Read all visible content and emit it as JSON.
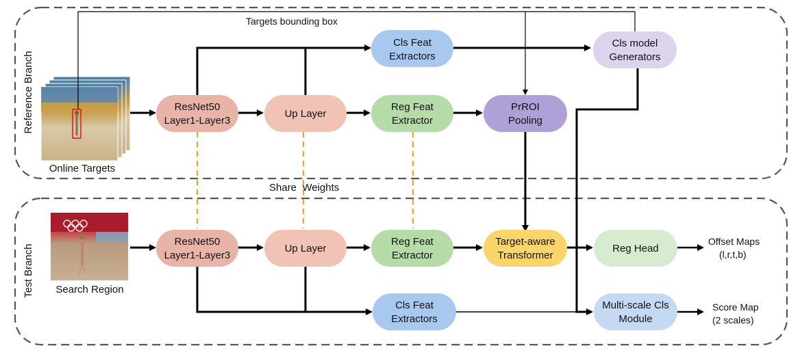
{
  "diagram": {
    "branches": {
      "reference": "Reference Branch",
      "test": "Test Branch"
    },
    "share_label": "Share  Weights",
    "targets_bbox_label": "Targets bounding box",
    "images": {
      "online_targets": "Online Targets",
      "search_region": "Search Region"
    },
    "nodes": {
      "ref_resnet": [
        "ResNet50",
        "Layer1-Layer3"
      ],
      "ref_up": [
        "Up Layer"
      ],
      "ref_clsfeat": [
        "Cls Feat",
        "Extractors"
      ],
      "ref_regfeat": [
        "Reg Feat",
        "Extractor"
      ],
      "prroi": [
        "PrROI",
        "Pooling"
      ],
      "cls_model": [
        "Cls model",
        "Generators"
      ],
      "test_resnet": [
        "ResNet50",
        "Layer1-Layer3"
      ],
      "test_up": [
        "Up Layer"
      ],
      "test_regfeat": [
        "Reg Feat",
        "Extractor"
      ],
      "target_aware": [
        "Target-aware",
        "Transformer"
      ],
      "reg_head": [
        "Reg Head"
      ],
      "test_clsfeat": [
        "Cls Feat",
        "Extractors"
      ],
      "multiscale": [
        "Multi-scale Cls",
        "Module"
      ]
    },
    "outputs": {
      "offset": [
        "Offset Maps",
        "(l,r,t,b)"
      ],
      "score": [
        "Score Map",
        "(2 scales)"
      ]
    },
    "colors": {
      "resnet": "#e8b4a8",
      "up": "#f1c3b5",
      "clsfeat": "#a8c8f0",
      "regfeat": "#b5dba8",
      "prroi": "#b0a0d8",
      "cls_model": "#dcd3ec",
      "target_aware": "#f9d56a",
      "reg_head": "#d6ebd0",
      "multiscale": "#c5d9f2",
      "dashed_link": "#f0a030"
    }
  }
}
